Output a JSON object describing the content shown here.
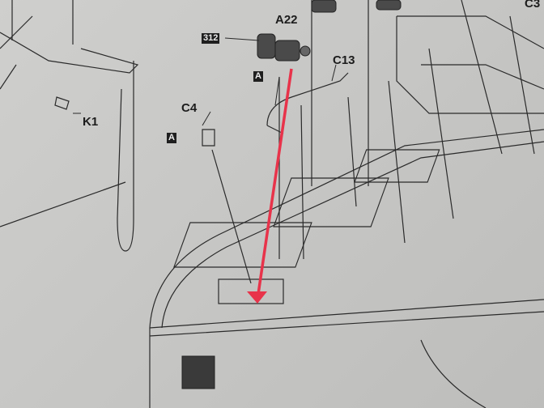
{
  "labels": {
    "a22": "A22",
    "c13": "C13",
    "c4": "C4",
    "k1": "K1",
    "c3": "C3",
    "part_312": "312",
    "marker_a_1": "A",
    "marker_a_2": "A"
  },
  "colors": {
    "highlight_arrow": "#e8334a",
    "line": "#2a2a2a",
    "paper": "#c9c9c7"
  }
}
